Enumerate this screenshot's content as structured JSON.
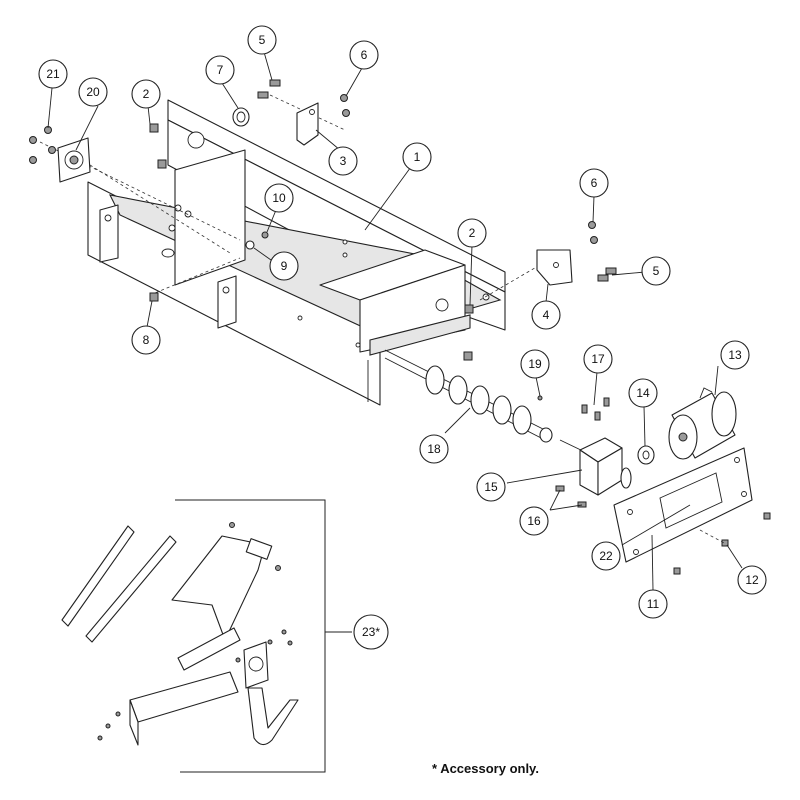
{
  "callouts": [
    {
      "id": "c1",
      "label": "1"
    },
    {
      "id": "c2a",
      "label": "2"
    },
    {
      "id": "c2b",
      "label": "2"
    },
    {
      "id": "c3",
      "label": "3"
    },
    {
      "id": "c4",
      "label": "4"
    },
    {
      "id": "c5a",
      "label": "5"
    },
    {
      "id": "c5b",
      "label": "5"
    },
    {
      "id": "c6a",
      "label": "6"
    },
    {
      "id": "c6b",
      "label": "6"
    },
    {
      "id": "c7",
      "label": "7"
    },
    {
      "id": "c8",
      "label": "8"
    },
    {
      "id": "c9",
      "label": "9"
    },
    {
      "id": "c10",
      "label": "10"
    },
    {
      "id": "c11",
      "label": "11"
    },
    {
      "id": "c12",
      "label": "12"
    },
    {
      "id": "c13",
      "label": "13"
    },
    {
      "id": "c14",
      "label": "14"
    },
    {
      "id": "c15",
      "label": "15"
    },
    {
      "id": "c16",
      "label": "16"
    },
    {
      "id": "c17",
      "label": "17"
    },
    {
      "id": "c18",
      "label": "18"
    },
    {
      "id": "c19",
      "label": "19"
    },
    {
      "id": "c20",
      "label": "20"
    },
    {
      "id": "c21",
      "label": "21"
    },
    {
      "id": "c22",
      "label": "22"
    },
    {
      "id": "c23",
      "label": "23*"
    }
  ],
  "footnote": "* Accessory only."
}
